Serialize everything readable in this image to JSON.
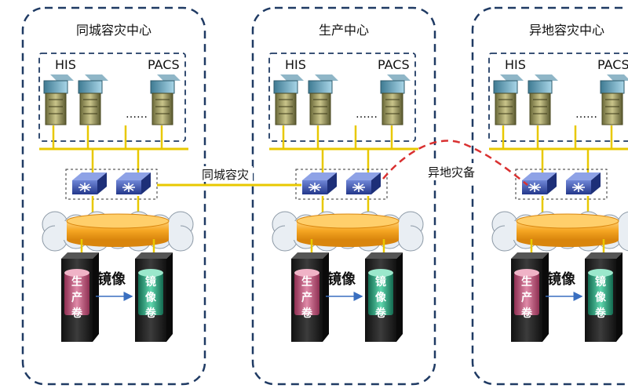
{
  "centers": [
    {
      "title": "同城容灾中心",
      "his_label": "HIS",
      "pacs_label": "PACS",
      "dots": "……",
      "mirror_label": "镜像",
      "prod_volume": [
        "生",
        "产",
        "卷"
      ],
      "mirror_volume": [
        "镜",
        "像",
        "卷"
      ]
    },
    {
      "title": "生产中心",
      "his_label": "HIS",
      "pacs_label": "PACS",
      "dots": "……",
      "mirror_label": "镜像",
      "prod_volume": [
        "生",
        "产",
        "卷"
      ],
      "mirror_volume": [
        "镜",
        "像",
        "卷"
      ]
    },
    {
      "title": "异地容灾中心",
      "his_label": "HIS",
      "pacs_label": "PACS",
      "dots": "……",
      "mirror_label": "镜像",
      "prod_volume": [
        "生",
        "产",
        "卷"
      ],
      "mirror_volume": [
        "镜",
        "像",
        "卷"
      ]
    }
  ],
  "links": {
    "same_city": "同城容灾",
    "remote": "异地灾备"
  },
  "colors": {
    "panel_border": "#1f3a63",
    "bus": "#e8c800",
    "remote_link": "#d93030",
    "disk": "#f2a21a",
    "switch": "#3a55b0",
    "prod_volume": "#d46a8c",
    "mirror_volume": "#2fae8a"
  },
  "icons": [
    "server-icon",
    "switch-icon",
    "cloud-icon",
    "disk-array-icon",
    "storage-rack-icon"
  ]
}
